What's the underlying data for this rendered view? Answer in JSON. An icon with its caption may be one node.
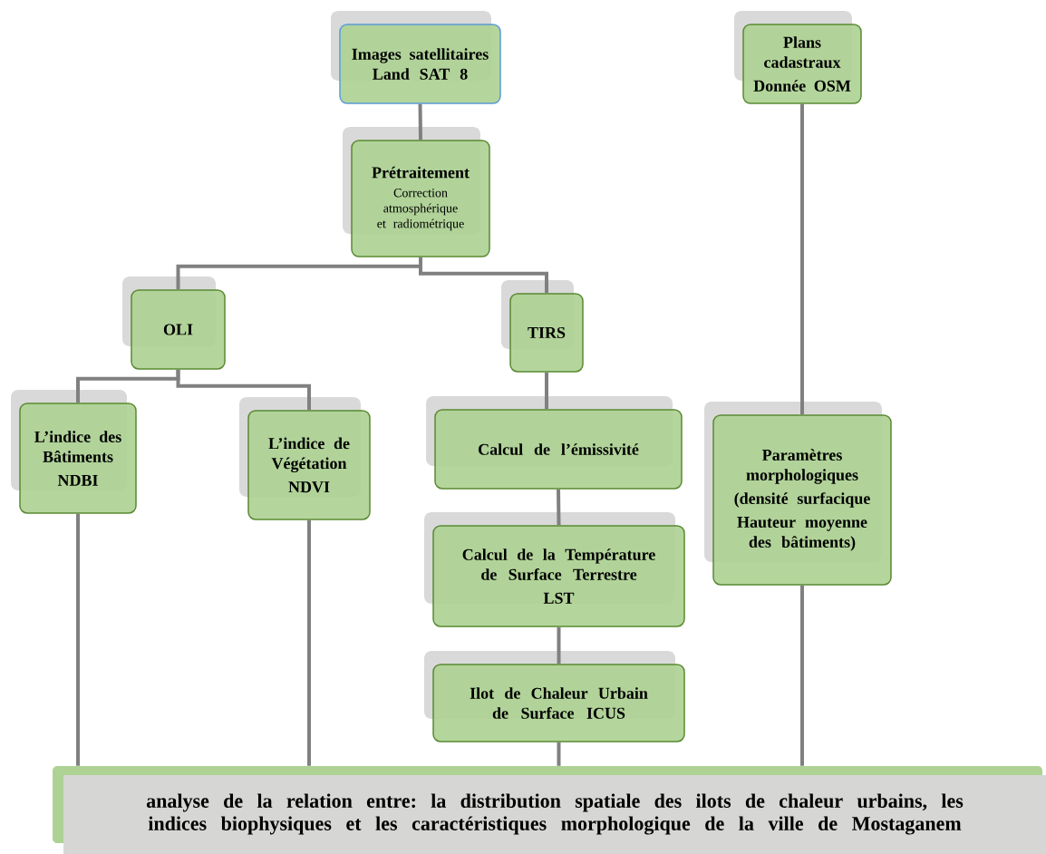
{
  "diagram": {
    "nodes": [
      {
        "text": [
          "Images satellitaires Land SAT 8"
        ]
      },
      {
        "text": [
          "Plans cadastraux",
          "Donnée OSM"
        ]
      },
      {
        "text": [
          "Prétraitement",
          "Correction atmosphérique et radiométrique"
        ]
      },
      {
        "text": [
          "OLI"
        ]
      },
      {
        "text": [
          "TIRS"
        ]
      },
      {
        "text": [
          "L’indice des Bâtiments",
          "NDBI"
        ]
      },
      {
        "text": [
          "L’indice de Végétation",
          "NDVI"
        ]
      },
      {
        "text": [
          "Calcul de l’émissivité"
        ]
      },
      {
        "text": [
          "Paramètres morphologiques",
          "(densité surfacique",
          "Hauteur moyenne des bâtiments)"
        ]
      },
      {
        "text": [
          "Calcul de la Température de Surface Terrestre",
          "LST"
        ]
      },
      {
        "text": [
          "Ilot de Chaleur Urbain de Surface ICUS"
        ]
      },
      {
        "text": [
          "analyse de la relation entre: la distribution spatiale des ilots de chaleur urbains, les indices biophysiques et les caractéristiques morphologique de la ville de Mostaganem"
        ]
      }
    ],
    "edges": [
      {
        "from": 0,
        "to": 2,
        "arrow": "none"
      },
      {
        "from": 2,
        "to": 3,
        "arrow": "none"
      },
      {
        "from": 2,
        "to": 4,
        "arrow": "none"
      },
      {
        "from": 3,
        "to": 5,
        "arrow": "none"
      },
      {
        "from": 3,
        "to": 6,
        "arrow": "none"
      },
      {
        "from": 4,
        "to": 7,
        "arrow": "none"
      },
      {
        "from": 7,
        "to": 9,
        "arrow": "none"
      },
      {
        "from": 9,
        "to": 10,
        "arrow": "none"
      },
      {
        "from": 10,
        "to": 11,
        "arrow": "none"
      },
      {
        "from": 5,
        "to": 11,
        "arrow": "none"
      },
      {
        "from": 6,
        "to": 11,
        "arrow": "none"
      },
      {
        "from": 1,
        "to": 8,
        "arrow": "none"
      },
      {
        "from": 8,
        "to": 11,
        "arrow": "none"
      }
    ]
  }
}
